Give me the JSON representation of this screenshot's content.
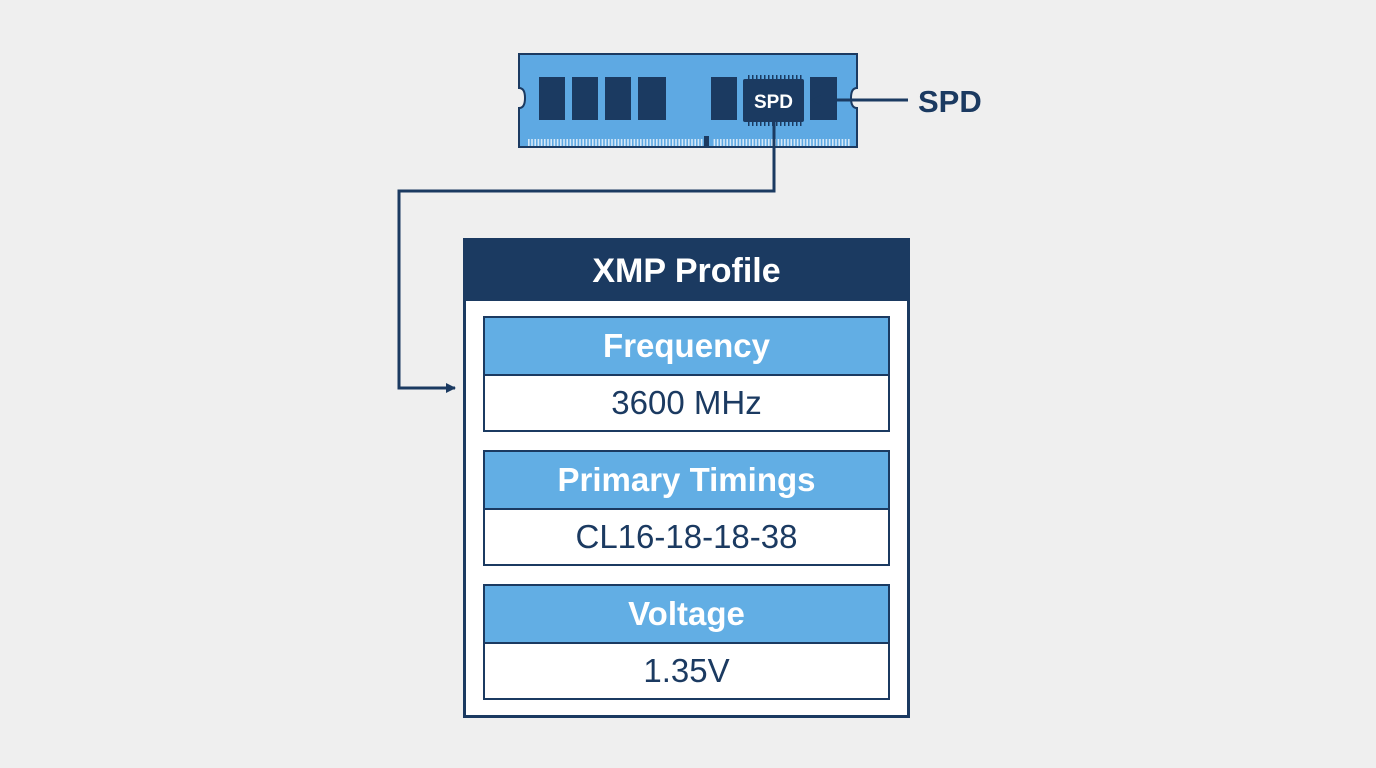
{
  "module": {
    "chip_label": "SPD",
    "pointer_label": "SPD"
  },
  "profile": {
    "title": "XMP Profile",
    "fields": [
      {
        "label": "Frequency",
        "value": "3600 MHz"
      },
      {
        "label": "Primary Timings",
        "value": "CL16-18-18-38"
      },
      {
        "label": "Voltage",
        "value": "1.35V"
      }
    ]
  },
  "colors": {
    "navy": "#1b3a61",
    "module_blue": "#5ea9e3",
    "label_blue": "#62aee4",
    "background": "#efefef"
  }
}
